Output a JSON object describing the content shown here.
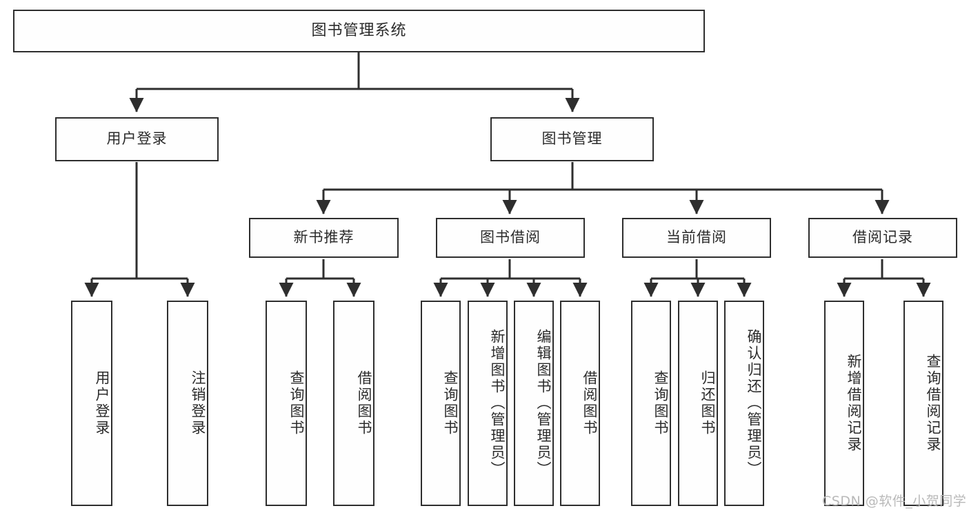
{
  "diagram": {
    "title": "图书管理系统",
    "type": "tree-hierarchy-diagram",
    "colors": {
      "box_border": "#2e2e2e",
      "box_fill": "#fefefe",
      "edge": "#2e2e2e",
      "text": "#2b2b2b",
      "watermark": "#b9b9b9",
      "background": "#ffffff"
    },
    "nodes": {
      "root": {
        "label": "图书管理系统",
        "level": 1,
        "orientation": "horizontal"
      },
      "l2": [
        {
          "id": "user-login",
          "label": "用户登录",
          "level": 2,
          "orientation": "horizontal"
        },
        {
          "id": "book-management",
          "label": "图书管理",
          "level": 2,
          "orientation": "horizontal"
        }
      ],
      "l3": [
        {
          "id": "new-book-recommend",
          "label": "新书推荐",
          "level": 3,
          "orientation": "horizontal"
        },
        {
          "id": "book-borrow",
          "label": "图书借阅",
          "level": 3,
          "orientation": "horizontal"
        },
        {
          "id": "current-borrow",
          "label": "当前借阅",
          "level": 3,
          "orientation": "horizontal"
        },
        {
          "id": "borrow-record",
          "label": "借阅记录",
          "level": 3,
          "orientation": "horizontal"
        }
      ],
      "leaves": {
        "user_login": [
          {
            "id": "leaf-user-login",
            "label": "用户登录"
          },
          {
            "id": "leaf-logout",
            "label": "注销登录"
          }
        ],
        "new_book_recommend": [
          {
            "id": "leaf-query-book-1",
            "label": "查询图书"
          },
          {
            "id": "leaf-borrow-book-1",
            "label": "借阅图书"
          }
        ],
        "book_borrow": [
          {
            "id": "leaf-query-book-2",
            "label": "查询图书"
          },
          {
            "id": "leaf-add-book",
            "label": "新增图书（管理员）"
          },
          {
            "id": "leaf-edit-book",
            "label": "编辑图书（管理员）"
          },
          {
            "id": "leaf-borrow-book-2",
            "label": "借阅图书"
          }
        ],
        "current_borrow": [
          {
            "id": "leaf-query-book-3",
            "label": "查询图书"
          },
          {
            "id": "leaf-return-book",
            "label": "归还图书"
          },
          {
            "id": "leaf-confirm-return",
            "label": "确认归还（管理员）"
          }
        ],
        "borrow_record": [
          {
            "id": "leaf-add-borrow-record",
            "label": "新增借阅记录"
          },
          {
            "id": "leaf-query-borrow-record",
            "label": "查询借阅记录"
          }
        ]
      }
    },
    "watermark": "CSDN @软件_小贺同学"
  }
}
